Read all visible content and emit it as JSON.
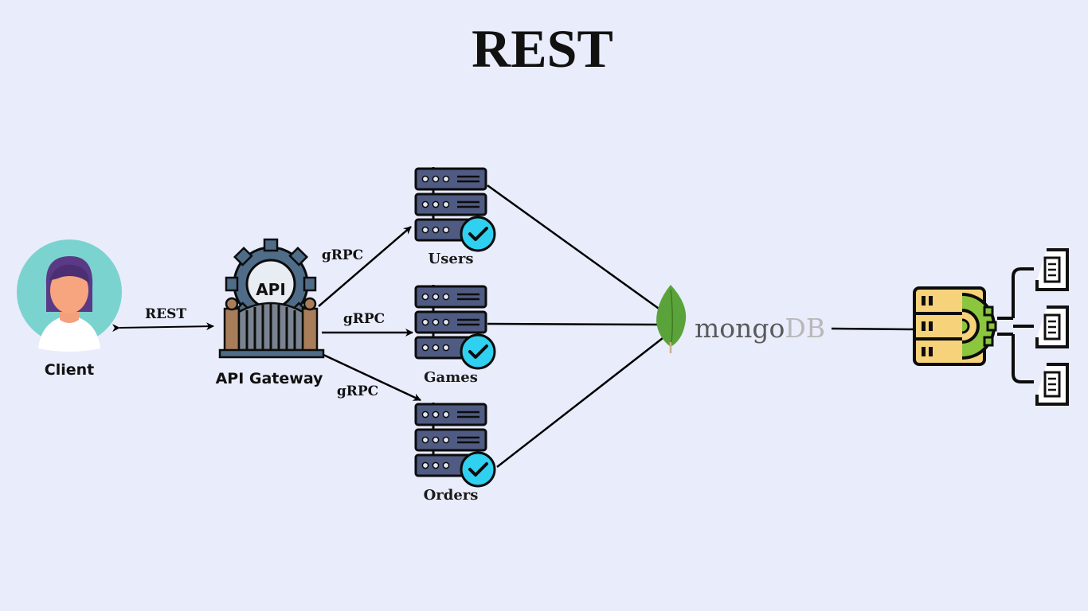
{
  "title": "REST",
  "nodes": {
    "client": "Client",
    "gateway": "API Gateway",
    "gateway_badge": "API",
    "users": "Users",
    "games": "Games",
    "orders": "Orders",
    "database_a": "mongo",
    "database_b": "DB"
  },
  "edges": {
    "client_gateway": "REST",
    "gateway_users": "gRPC",
    "gateway_games": "gRPC",
    "gateway_orders": "gRPC"
  },
  "colors": {
    "background": "#e9ecfb",
    "server_body": "#4f5b82",
    "check_badge": "#2fd0f0",
    "avatar_circle": "#7bd3d0",
    "mongo_leaf": "#5aa33a",
    "storage_yellow": "#f6d27a",
    "gear_green": "#8cc63e"
  },
  "icons": [
    "user-avatar-icon",
    "api-gateway-icon",
    "server-check-icon",
    "mongodb-leaf-icon",
    "storage-cluster-icon"
  ]
}
